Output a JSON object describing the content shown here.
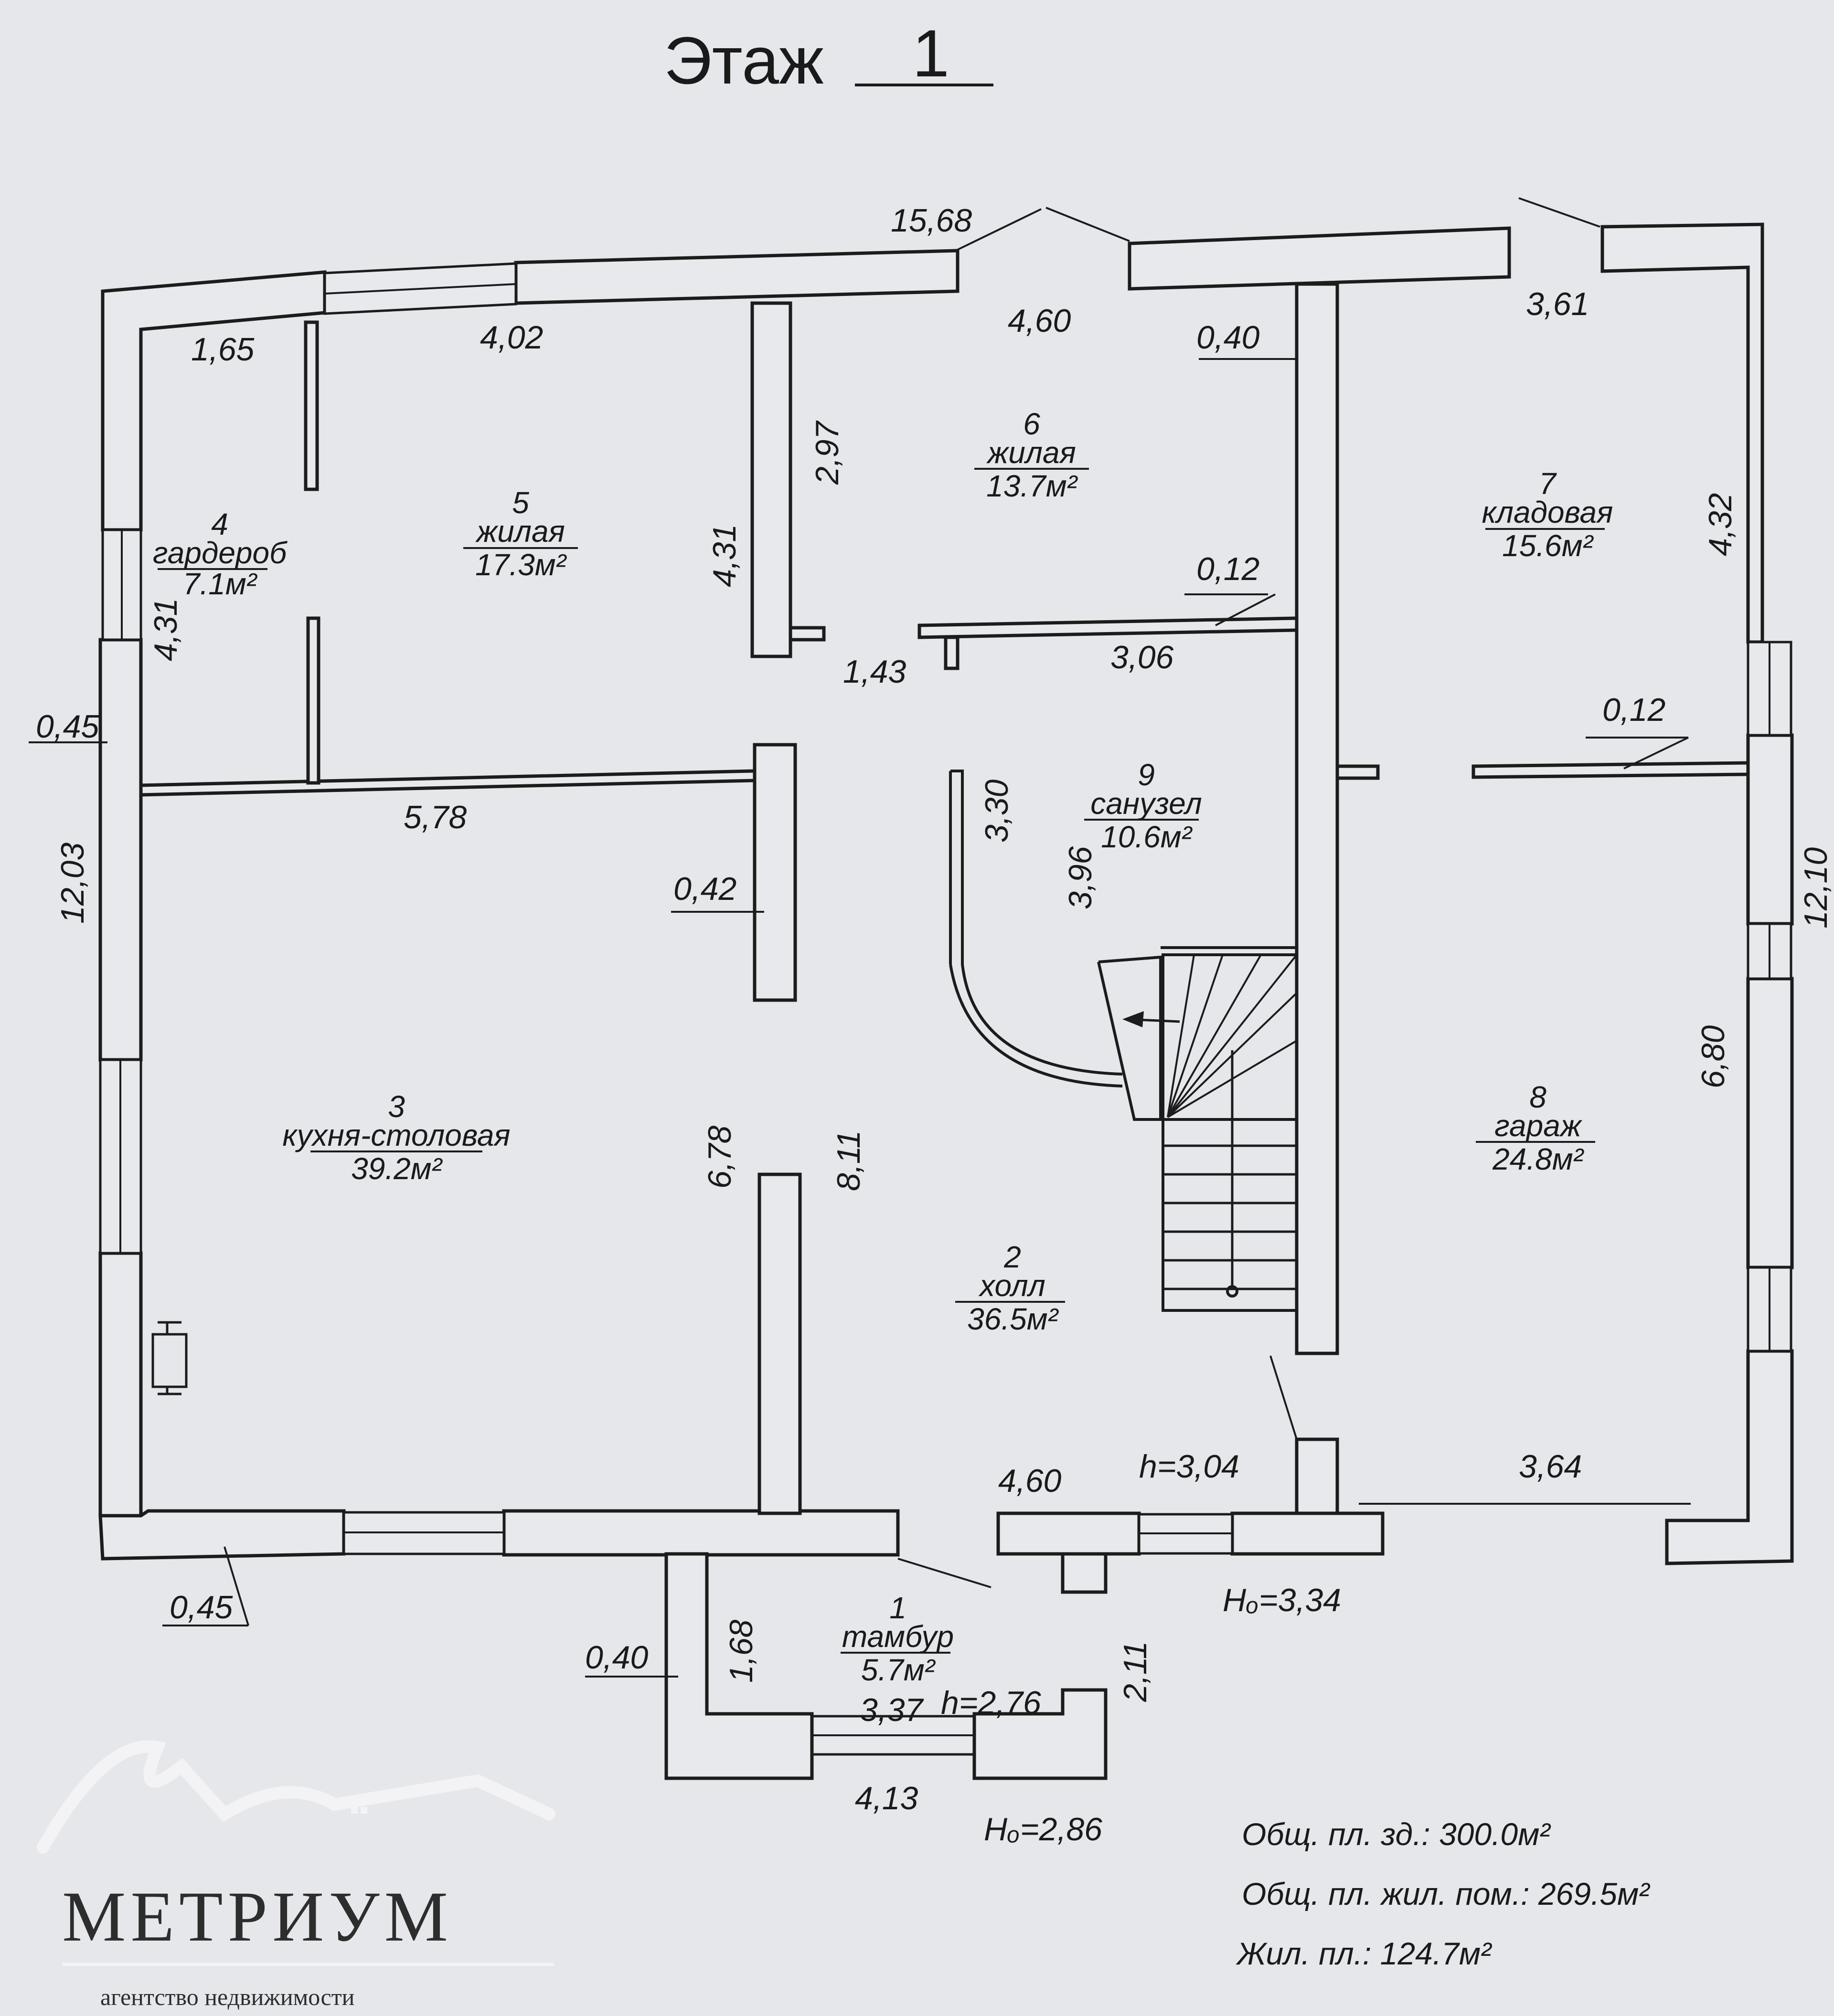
{
  "title": {
    "label": "Этаж",
    "number": "1"
  },
  "rooms": [
    {
      "num": "1",
      "name": "тамбур",
      "area": "5.7м²"
    },
    {
      "num": "2",
      "name": "холл",
      "area": "36.5м²"
    },
    {
      "num": "3",
      "name": "кухня-столовая",
      "area": "39.2м²"
    },
    {
      "num": "4",
      "name": "гардероб",
      "area": "7.1м²"
    },
    {
      "num": "5",
      "name": "жилая",
      "area": "17.3м²"
    },
    {
      "num": "6",
      "name": "жилая",
      "area": "13.7м²"
    },
    {
      "num": "7",
      "name": "кладовая",
      "area": "15.6м²"
    },
    {
      "num": "8",
      "name": "гараж",
      "area": "24.8м²"
    },
    {
      "num": "9",
      "name": "санузел",
      "area": "10.6м²"
    }
  ],
  "dimensions": {
    "top_total": "15,68",
    "d_1_65": "1,65",
    "d_4_02": "4,02",
    "d_4_60_top": "4,60",
    "d_0_40_top": "0,40",
    "d_3_61": "3,61",
    "d_2_97": "2,97",
    "d_4_31_mid": "4,31",
    "d_4_31_left": "4,31",
    "d_4_32": "4,32",
    "d_0_12_a": "0,12",
    "d_0_12_b": "0,12",
    "d_1_43": "1,43",
    "d_3_06": "3,06",
    "d_0_45_left": "0,45",
    "d_12_03": "12,03",
    "d_5_78": "5,78",
    "d_3_30": "3,30",
    "d_3_96": "3,96",
    "d_0_42": "0,42",
    "d_12_10": "12,10",
    "d_6_80": "6,80",
    "d_6_78": "6,78",
    "d_8_11": "8,11",
    "d_4_60_bottom": "4,60",
    "h_3_04": "h=3,04",
    "d_3_64": "3,64",
    "d_0_45_bottom": "0,45",
    "h0_3_34": "Hₒ=3,34",
    "d_0_40_bottom": "0,40",
    "d_1_68": "1,68",
    "d_2_11": "2,11",
    "d_3_37": "3,37",
    "h_2_76": "h=2,76",
    "d_4_13": "4,13",
    "h0_2_86": "Hₒ=2,86"
  },
  "summary": {
    "total_building": "Общ. пл. зд.: 300.0м²",
    "total_living_premises": "Общ. пл. жил. пом.: 269.5м²",
    "living_area": "Жил. пл.: 124.7м²"
  },
  "logo": {
    "name": "МЕТРИУМ",
    "tagline": "агентство недвижимости"
  }
}
